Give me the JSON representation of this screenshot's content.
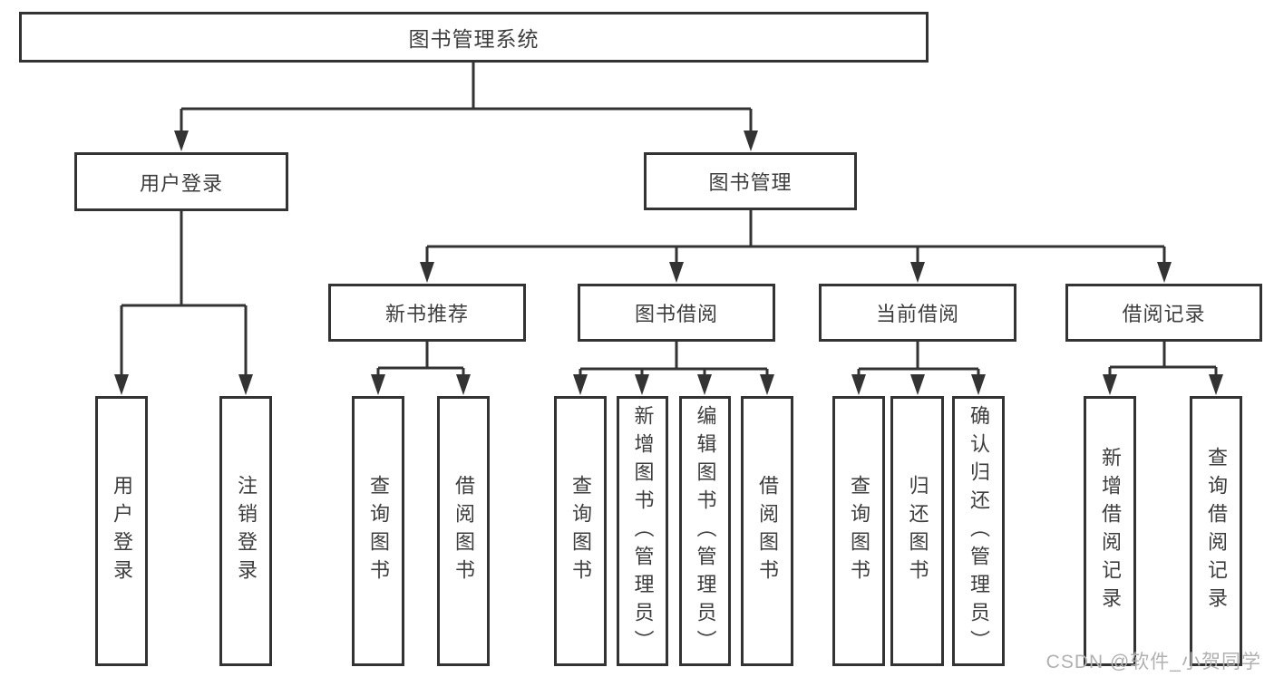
{
  "diagram": {
    "tree": {
      "label": "图书管理系统",
      "children": [
        {
          "label": "用户登录",
          "children": [
            {
              "label": "用户登录"
            },
            {
              "label": "注销登录"
            }
          ]
        },
        {
          "label": "图书管理",
          "children": [
            {
              "label": "新书推荐",
              "children": [
                {
                  "label": "查询图书"
                },
                {
                  "label": "借阅图书"
                }
              ]
            },
            {
              "label": "图书借阅",
              "children": [
                {
                  "label": "查询图书"
                },
                {
                  "label": "新增图书（管理员）"
                },
                {
                  "label": "编辑图书（管理员）"
                },
                {
                  "label": "借阅图书"
                }
              ]
            },
            {
              "label": "当前借阅",
              "children": [
                {
                  "label": "查询图书"
                },
                {
                  "label": "归还图书"
                },
                {
                  "label": "确认归还（管理员）"
                }
              ]
            },
            {
              "label": "借阅记录",
              "children": [
                {
                  "label": "新增借阅记录"
                },
                {
                  "label": "查询借阅记录"
                }
              ]
            }
          ]
        }
      ]
    },
    "colors": {
      "line": "#333333",
      "text": "#3d3d3d",
      "background": "#ffffff",
      "watermark": "#b0b0b0"
    }
  },
  "watermark": {
    "text": "CSDN @软件_小贺同学"
  }
}
